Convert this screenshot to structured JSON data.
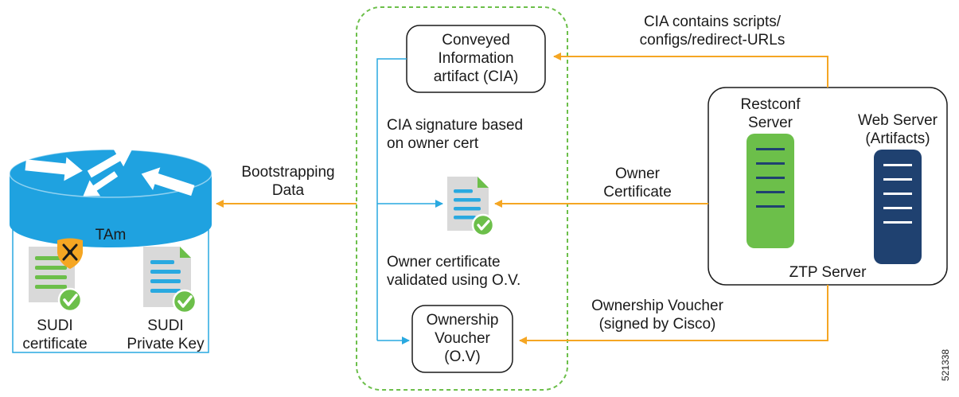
{
  "colors": {
    "arrow_orange": "#f5a623",
    "arrow_blue": "#29a9e0",
    "dashed_green": "#6cbf4a",
    "router_blue": "#1fa2e0",
    "restconf_green": "#6cbf4a",
    "webserver_navy": "#1f4170",
    "doc_gray": "#d9d9d9",
    "check_green": "#6cbf4a",
    "shield_orange": "#f5a623"
  },
  "router": {
    "name": "TAm",
    "icon": "router-icon",
    "items": [
      {
        "label": "SUDI\ncertificate",
        "icon": "certificate-document-icon",
        "badge": "shield-icon"
      },
      {
        "label": "SUDI\nPrivate Key",
        "icon": "key-document-icon"
      }
    ]
  },
  "bootstrapping_label": "Bootstrapping\nData",
  "cia_box": "Conveyed\nInformation\nartifact (CIA)",
  "cia_signature_label": "CIA signature based\non owner cert",
  "owner_cert_icon": "owner-certificate-icon",
  "owner_cert_validated_label": "Owner certificate\nvalidated using O.V.",
  "ov_box": "Ownership\nVoucher\n(O.V)",
  "cia_contents_label": "CIA contains scripts/\nconfigs/redirect-URLs",
  "owner_certificate_label": "Owner\nCertificate",
  "ownership_voucher_label": "Ownership Voucher\n(signed by Cisco)",
  "ztp_server": {
    "label": "ZTP Server",
    "restconf_label": "Restconf\nServer",
    "webserver_label": "Web Server\n(Artifacts)"
  },
  "figure_number": "521338"
}
